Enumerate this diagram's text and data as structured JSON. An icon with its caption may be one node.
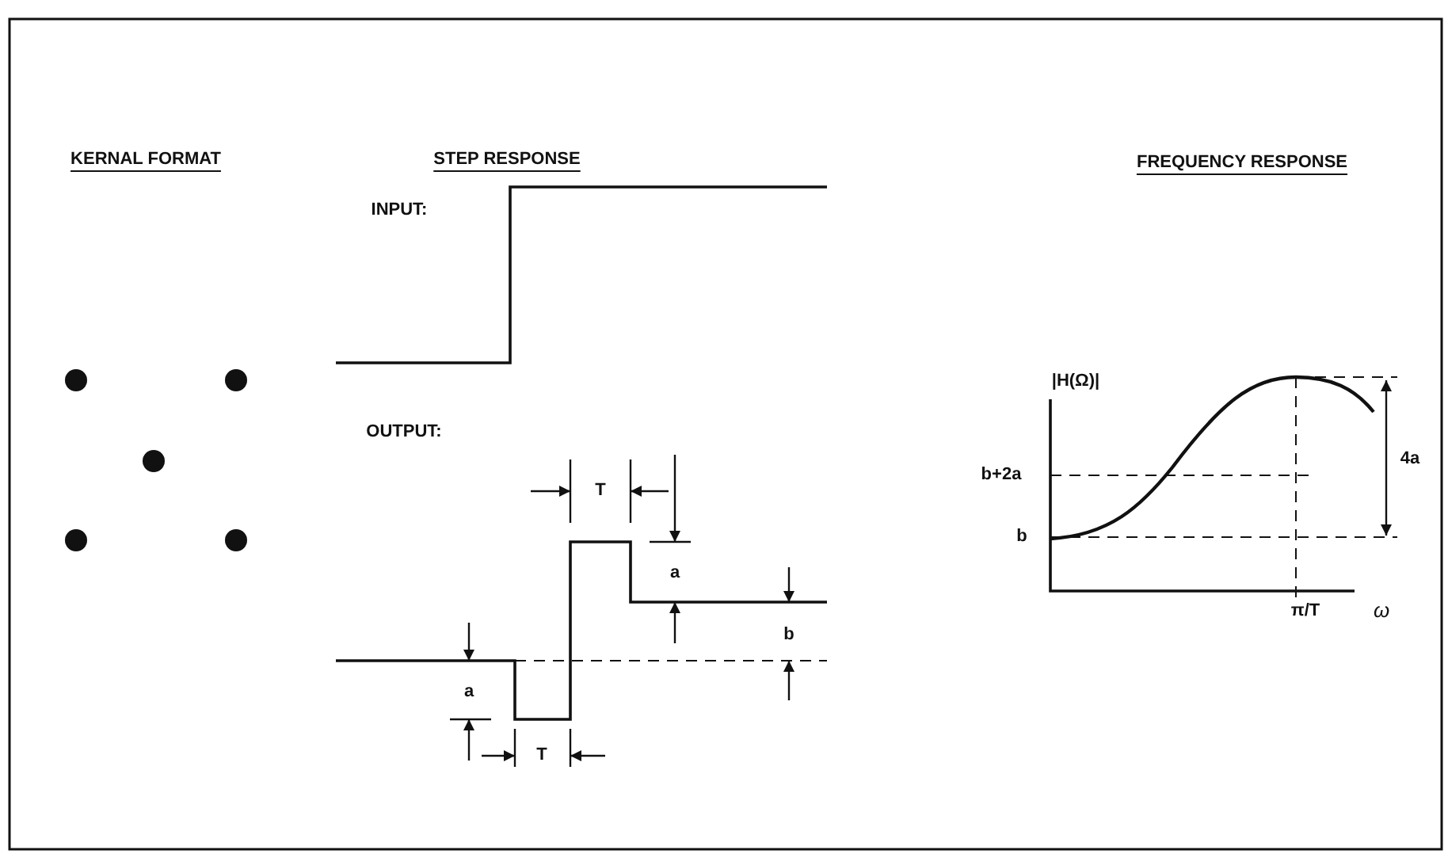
{
  "diagram": {
    "labels": [
      "KERNAL FORMAT",
      "STEP RESPONSE",
      "FREQUENCY RESPONSE",
      "INPUT:",
      "|H(Ω)|",
      "OUTPUT:",
      "T",
      "b+2a",
      "4a",
      "a",
      "b",
      "b",
      "a",
      "T",
      "π/T",
      "ω"
    ]
  }
}
